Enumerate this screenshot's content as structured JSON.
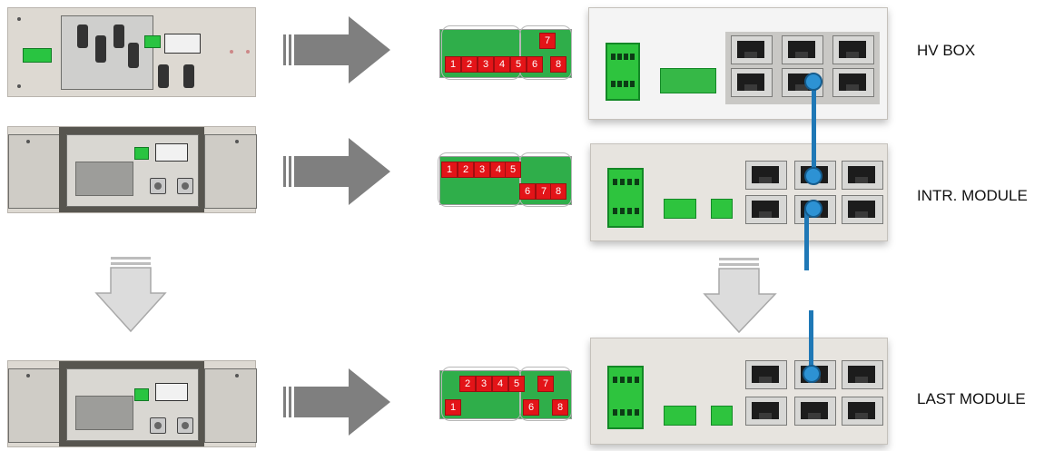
{
  "labels": {
    "hv_box": "HV BOX",
    "intr_module": "INTR. MODULE",
    "last_module": "LAST MODULE"
  },
  "pins": {
    "row1": [
      "1",
      "2",
      "3",
      "4",
      "5",
      "6",
      "7",
      "8"
    ],
    "row2": [
      "1",
      "2",
      "3",
      "4",
      "5",
      "6",
      "7",
      "8"
    ],
    "row3": [
      "1",
      "2",
      "3",
      "4",
      "5",
      "6",
      "7",
      "8"
    ]
  },
  "colors": {
    "pin_red": "#e31418",
    "board_green": "#2fae4a",
    "terminal_green": "#2ec43e",
    "cable_blue": "#1f78b6",
    "arrow_gray": "#7f7f7f"
  }
}
